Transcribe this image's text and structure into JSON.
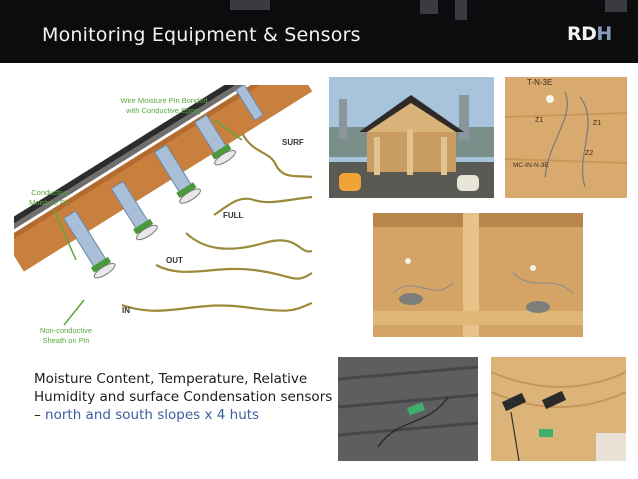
{
  "header": {
    "title": "Monitoring Equipment & Sensors",
    "logo_text_main": "RD",
    "logo_text_accent": "H"
  },
  "diagram": {
    "labels": {
      "wire_pin": [
        "Wire Moisture Pin Bonded",
        "with Conductive Epoxy"
      ],
      "surf": "SURF",
      "full": "FULL",
      "out": "OUT",
      "in": "IN",
      "conductive_pin": [
        "Conductive",
        "Moisture Pin"
      ],
      "sheath": [
        "Non-conductive",
        "Sheath on Pin"
      ]
    }
  },
  "photos": {
    "sketch_text": [
      "T-N-3E",
      "Z1",
      "Z1",
      "MC-IN-N-3E",
      "Z2"
    ]
  },
  "caption": {
    "text": "Moisture Content, Temperature, Relative Humidity and surface Condensation sensors – ",
    "highlight": "north and south slopes x 4 huts"
  },
  "colors": {
    "header_bg": "#0c0c0e",
    "label_green": "#5aa83c",
    "wire": "#9a8a3a",
    "wood": "#c9803f",
    "highlight": "#3e5d9e"
  }
}
